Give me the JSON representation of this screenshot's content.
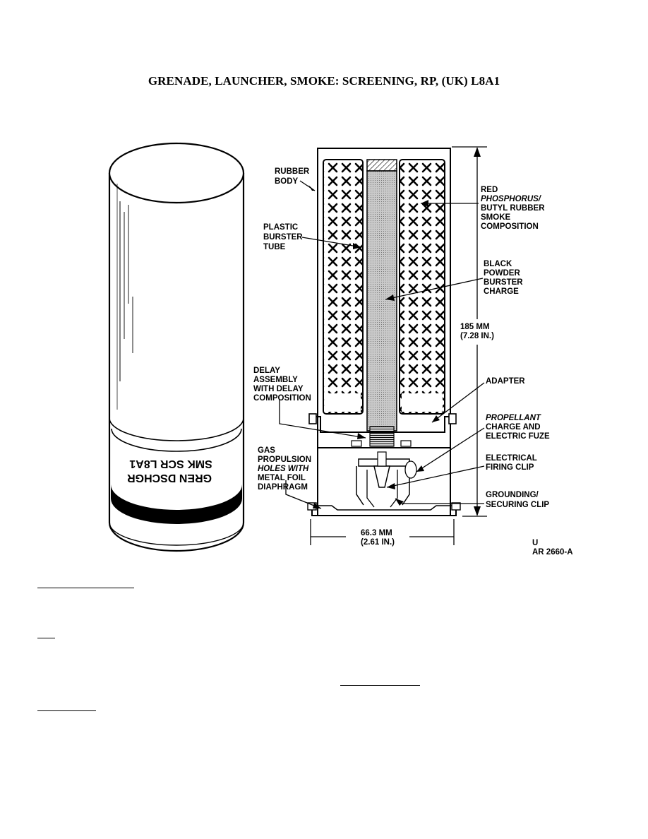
{
  "page": {
    "title": "GRENADE, LAUNCHER, SMOKE:  SCREENING, RP, (UK) L8A1"
  },
  "figure": {
    "canister_marking_1": "GREN DSCHGR",
    "canister_marking_2": "SMK SCR L8A1",
    "labels": {
      "rubber_body": [
        "RUBBER",
        "BODY"
      ],
      "plastic_burster_tube": [
        "PLASTIC",
        "BURSTER",
        "TUBE"
      ],
      "delay_assembly": [
        "DELAY",
        "ASSEMBLY",
        "WITH DELAY",
        "COMPOSITION"
      ],
      "gas_propulsion": [
        "GAS",
        "PROPULSION",
        "HOLES WITH",
        "METAL FOIL",
        "DIAPHRAGM"
      ],
      "red_phosphorus": [
        "RED",
        "PHOSPHORUS/",
        "BUTYL RUBBER",
        "SMOKE",
        "COMPOSITION"
      ],
      "black_powder": [
        "BLACK",
        "POWDER",
        "BURSTER",
        "CHARGE"
      ],
      "length_dim": [
        "185 MM",
        "(7.28 IN.)"
      ],
      "adapter": [
        "ADAPTER"
      ],
      "propellant": [
        "PROPELLANT",
        "CHARGE AND",
        "ELECTRIC FUZE"
      ],
      "firing_clip": [
        "ELECTRICAL",
        "FIRING CLIP"
      ],
      "grounding_clip": [
        "GROUNDING/",
        "SECURING CLIP"
      ],
      "width_dim": [
        "66.3 MM",
        "(2.61 IN.)"
      ],
      "ref_code": [
        "U",
        "AR 2660-A"
      ]
    }
  }
}
